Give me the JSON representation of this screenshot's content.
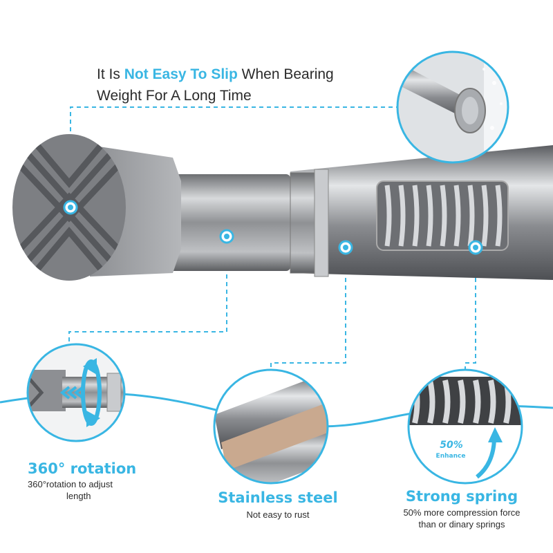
{
  "headline": {
    "part1": "It Is ",
    "highlight": "Not Easy To Slip",
    "part2": " When Bearing",
    "line2": "Weight For A Long Time"
  },
  "features": [
    {
      "title": "360° rotation",
      "desc_line1": "360°rotation to adjust",
      "desc_line2": "length"
    },
    {
      "title": "Stainless steel",
      "desc_line1": "Not easy to rust"
    },
    {
      "title": "Strong spring",
      "desc_line1": "50% more compression force",
      "desc_line2": "than or dinary springs"
    }
  ],
  "badge": {
    "percent": "50%",
    "label": "Enhance"
  },
  "colors": {
    "accent": "#39b6e3",
    "text": "#2b2b2b",
    "steel": "#9a9ca0"
  }
}
